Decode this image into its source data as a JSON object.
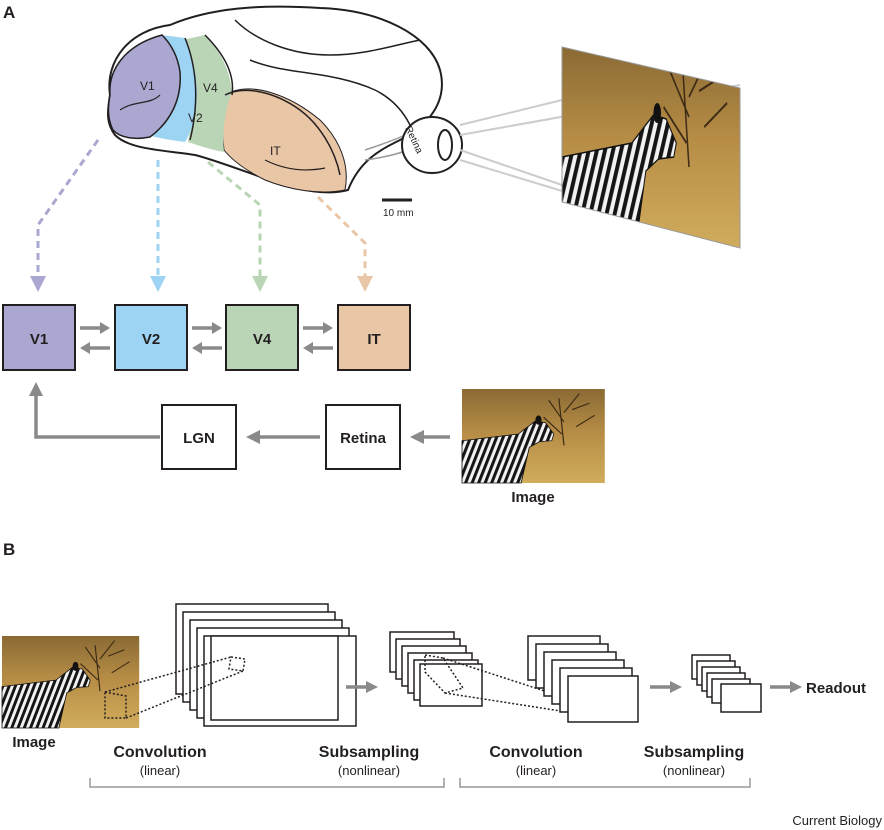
{
  "panels": {
    "a": "A",
    "b": "B"
  },
  "brain": {
    "regions": {
      "v1": "V1",
      "v2": "V2",
      "v4": "V4",
      "it": "IT"
    },
    "eye_label": "Retina",
    "scale_bar": "10 mm"
  },
  "pathway": {
    "boxes": {
      "v1": "V1",
      "v2": "V2",
      "v4": "V4",
      "it": "IT",
      "lgn": "LGN",
      "retina": "Retina"
    },
    "image_label": "Image"
  },
  "cnn": {
    "image_label": "Image",
    "stage1": {
      "conv": "Convolution",
      "conv_sub": "(linear)",
      "pool": "Subsampling",
      "pool_sub": "(nonlinear)"
    },
    "stage2": {
      "conv": "Convolution",
      "conv_sub": "(linear)",
      "pool": "Subsampling",
      "pool_sub": "(nonlinear)"
    },
    "readout": "Readout"
  },
  "credit": "Current Biology",
  "colors": {
    "v1": "#aaa8d1",
    "v2": "#9dd4f4",
    "v4": "#b9d5b5",
    "it": "#e9c6a6",
    "arrow": "#8a8a8a",
    "photo_sky": "#b7893a",
    "photo_grass": "#c9a34e"
  }
}
